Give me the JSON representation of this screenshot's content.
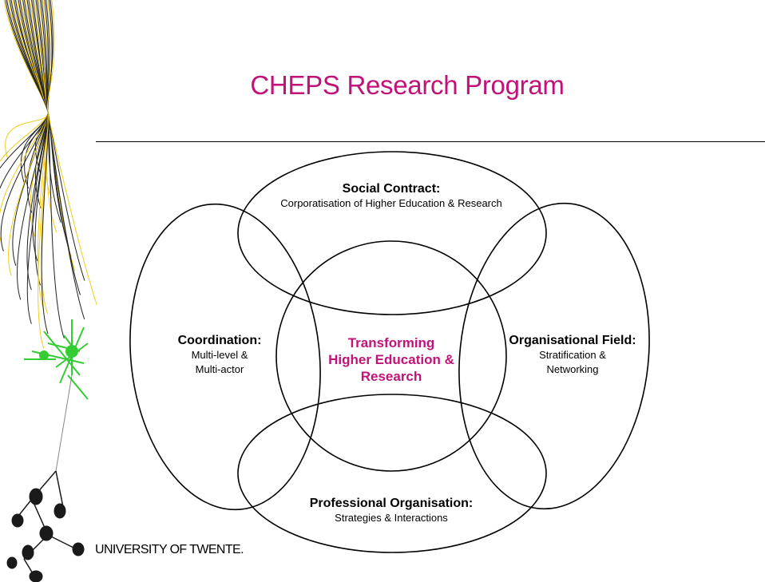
{
  "slide": {
    "title": "CHEPS Research Program",
    "accent_color": "#c0137a",
    "footer": "UNIVERSITY OF TWENTE."
  },
  "diagram": {
    "top": {
      "heading": "Social Contract",
      "sub": "Corporatisation of Higher Education & Research"
    },
    "left": {
      "heading": "Coordination",
      "sub_1": "Multi-level &",
      "sub_2": "Multi-actor"
    },
    "right": {
      "heading": "Organisational Field",
      "sub_1": "Stratification &",
      "sub_2": "Networking"
    },
    "bottom": {
      "heading": "Professional Organisation",
      "sub": "Strategies & Interactions"
    },
    "center": {
      "line_1": "Transforming",
      "line_2": "Higher Education &",
      "line_3": "Research"
    }
  },
  "decoration": {
    "type": "university-logo-ornament",
    "colors": {
      "strands_yellow": "#f2cc19",
      "strands_dark": "#222222",
      "neuron_green": "#33cc33",
      "node_dark": "#1a1a1a"
    }
  }
}
